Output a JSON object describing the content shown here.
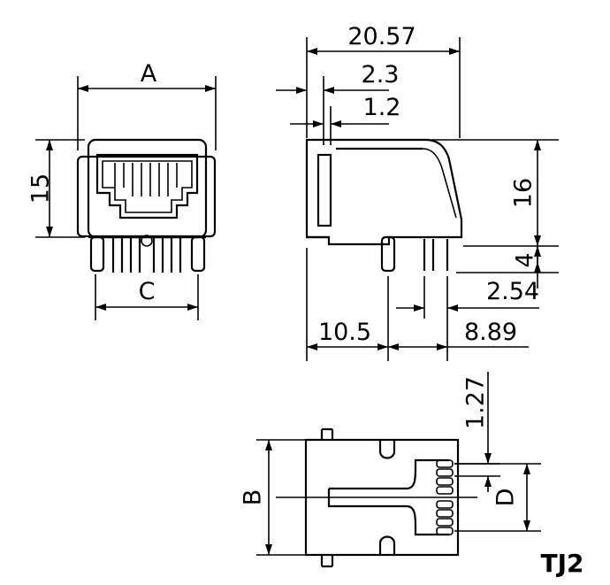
{
  "model": "TJ2",
  "front_view": {
    "width_dim": "A",
    "height_dim": "15",
    "pin_span_dim": "C"
  },
  "side_view": {
    "total_length": "20.57",
    "offset_a": "2.3",
    "offset_b": "1.2",
    "height": "16",
    "pin_length": "4",
    "pin_pitch": "2.54",
    "pin_offset": "10.5",
    "pin_row_offset": "8.89"
  },
  "bottom_view": {
    "width_dim": "B",
    "pin_pitch": "1.27",
    "pin_span_dim": "D"
  }
}
